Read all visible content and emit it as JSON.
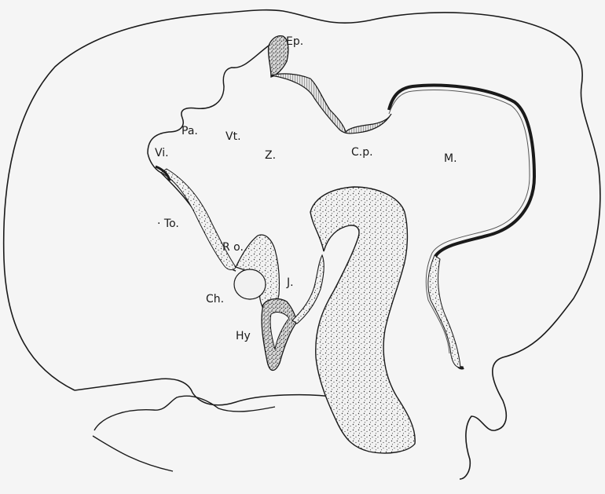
{
  "figure": {
    "labels": {
      "ep": "Ep.",
      "pa": "Pa.",
      "vt": "Vt.",
      "vi": "Vi.",
      "z": "Z.",
      "cp": "C.p.",
      "m": "M.",
      "to": "· To.",
      "ro": "R o.",
      "ch": "Ch.",
      "j": "J.",
      "hy": "Hy"
    }
  }
}
